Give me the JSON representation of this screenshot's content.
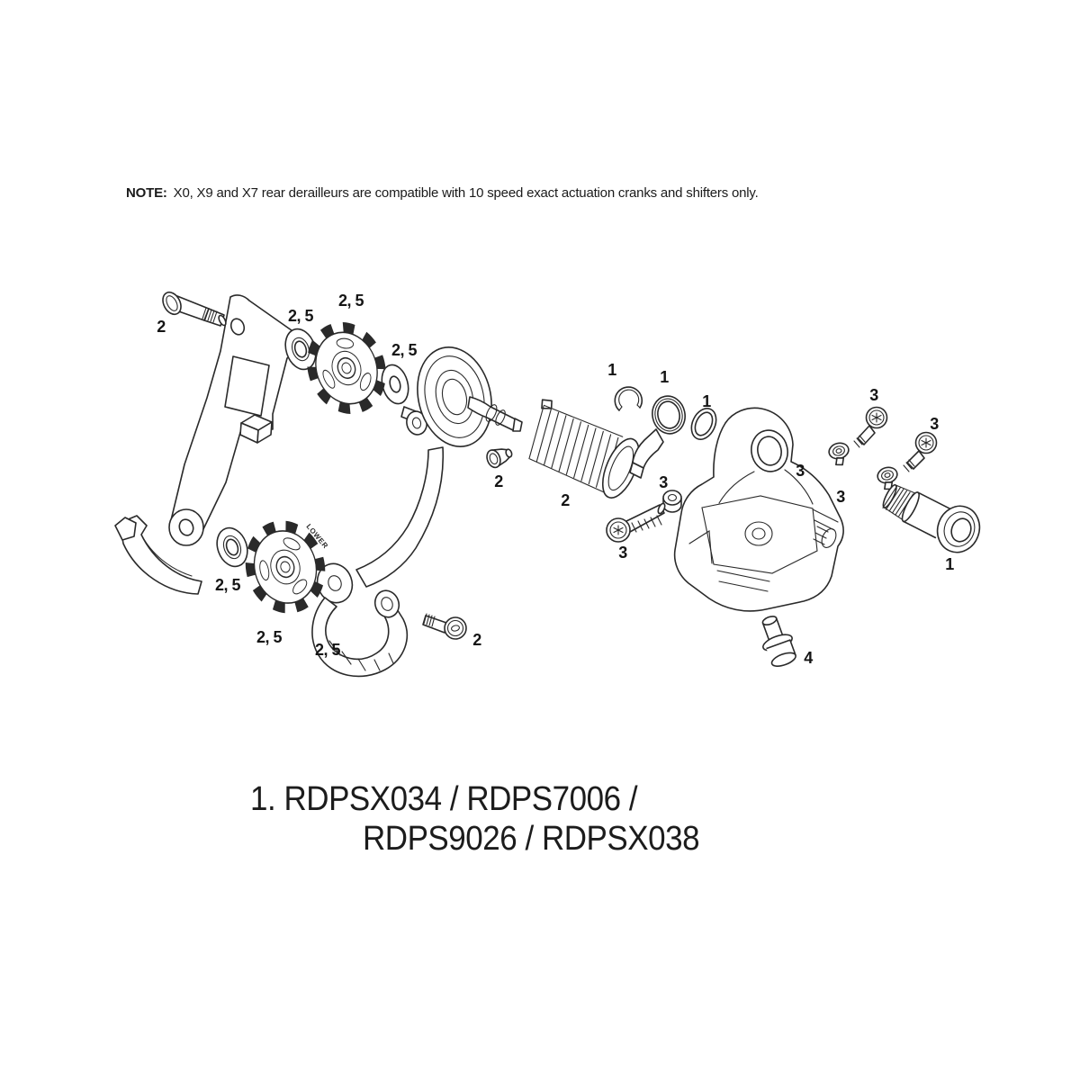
{
  "note": {
    "label": "NOTE:",
    "text": "X0, X9 and X7 rear derailleurs are compatible with 10 speed exact actuation cranks and shifters only."
  },
  "caption": {
    "line1": "1. RDPSX034 / RDPS7006 /",
    "line2": "RDPS9026 / RDPSX038"
  },
  "pulley_marking": "LOWER",
  "colors": {
    "line_art": "#2a2a2a",
    "text": "#111111",
    "background": "#ffffff"
  },
  "callouts": [
    {
      "part": "cage-pivot-bolt",
      "text": "2"
    },
    {
      "part": "upper-pulley-washer-inner",
      "text": "2, 5"
    },
    {
      "part": "upper-pulley",
      "text": "2, 5"
    },
    {
      "part": "upper-pulley-washer-outer",
      "text": "2, 5"
    },
    {
      "part": "pulley-stud-set-screw",
      "text": "2"
    },
    {
      "part": "cage-spring",
      "text": "2"
    },
    {
      "part": "snap-ring",
      "text": "1"
    },
    {
      "part": "cage-stop",
      "text": "1"
    },
    {
      "part": "o-ring",
      "text": "1"
    },
    {
      "part": "limit-screw-nut",
      "text": "3"
    },
    {
      "part": "limit-screw-long",
      "text": "3"
    },
    {
      "part": "body-limit-screw-front",
      "text": "3"
    },
    {
      "part": "body-limit-screw-side",
      "text": "3"
    },
    {
      "part": "limit-screw-upper",
      "text": "3"
    },
    {
      "part": "limit-screw-lower",
      "text": "3"
    },
    {
      "part": "b-bolt",
      "text": "1"
    },
    {
      "part": "cable-anchor-bolt",
      "text": "4"
    },
    {
      "part": "lower-cage-bolt",
      "text": "2"
    },
    {
      "part": "lower-pulley-washer-inner",
      "text": "2, 5"
    },
    {
      "part": "lower-pulley",
      "text": "2, 5"
    },
    {
      "part": "lower-pulley-washer-outer",
      "text": "2, 5"
    }
  ]
}
